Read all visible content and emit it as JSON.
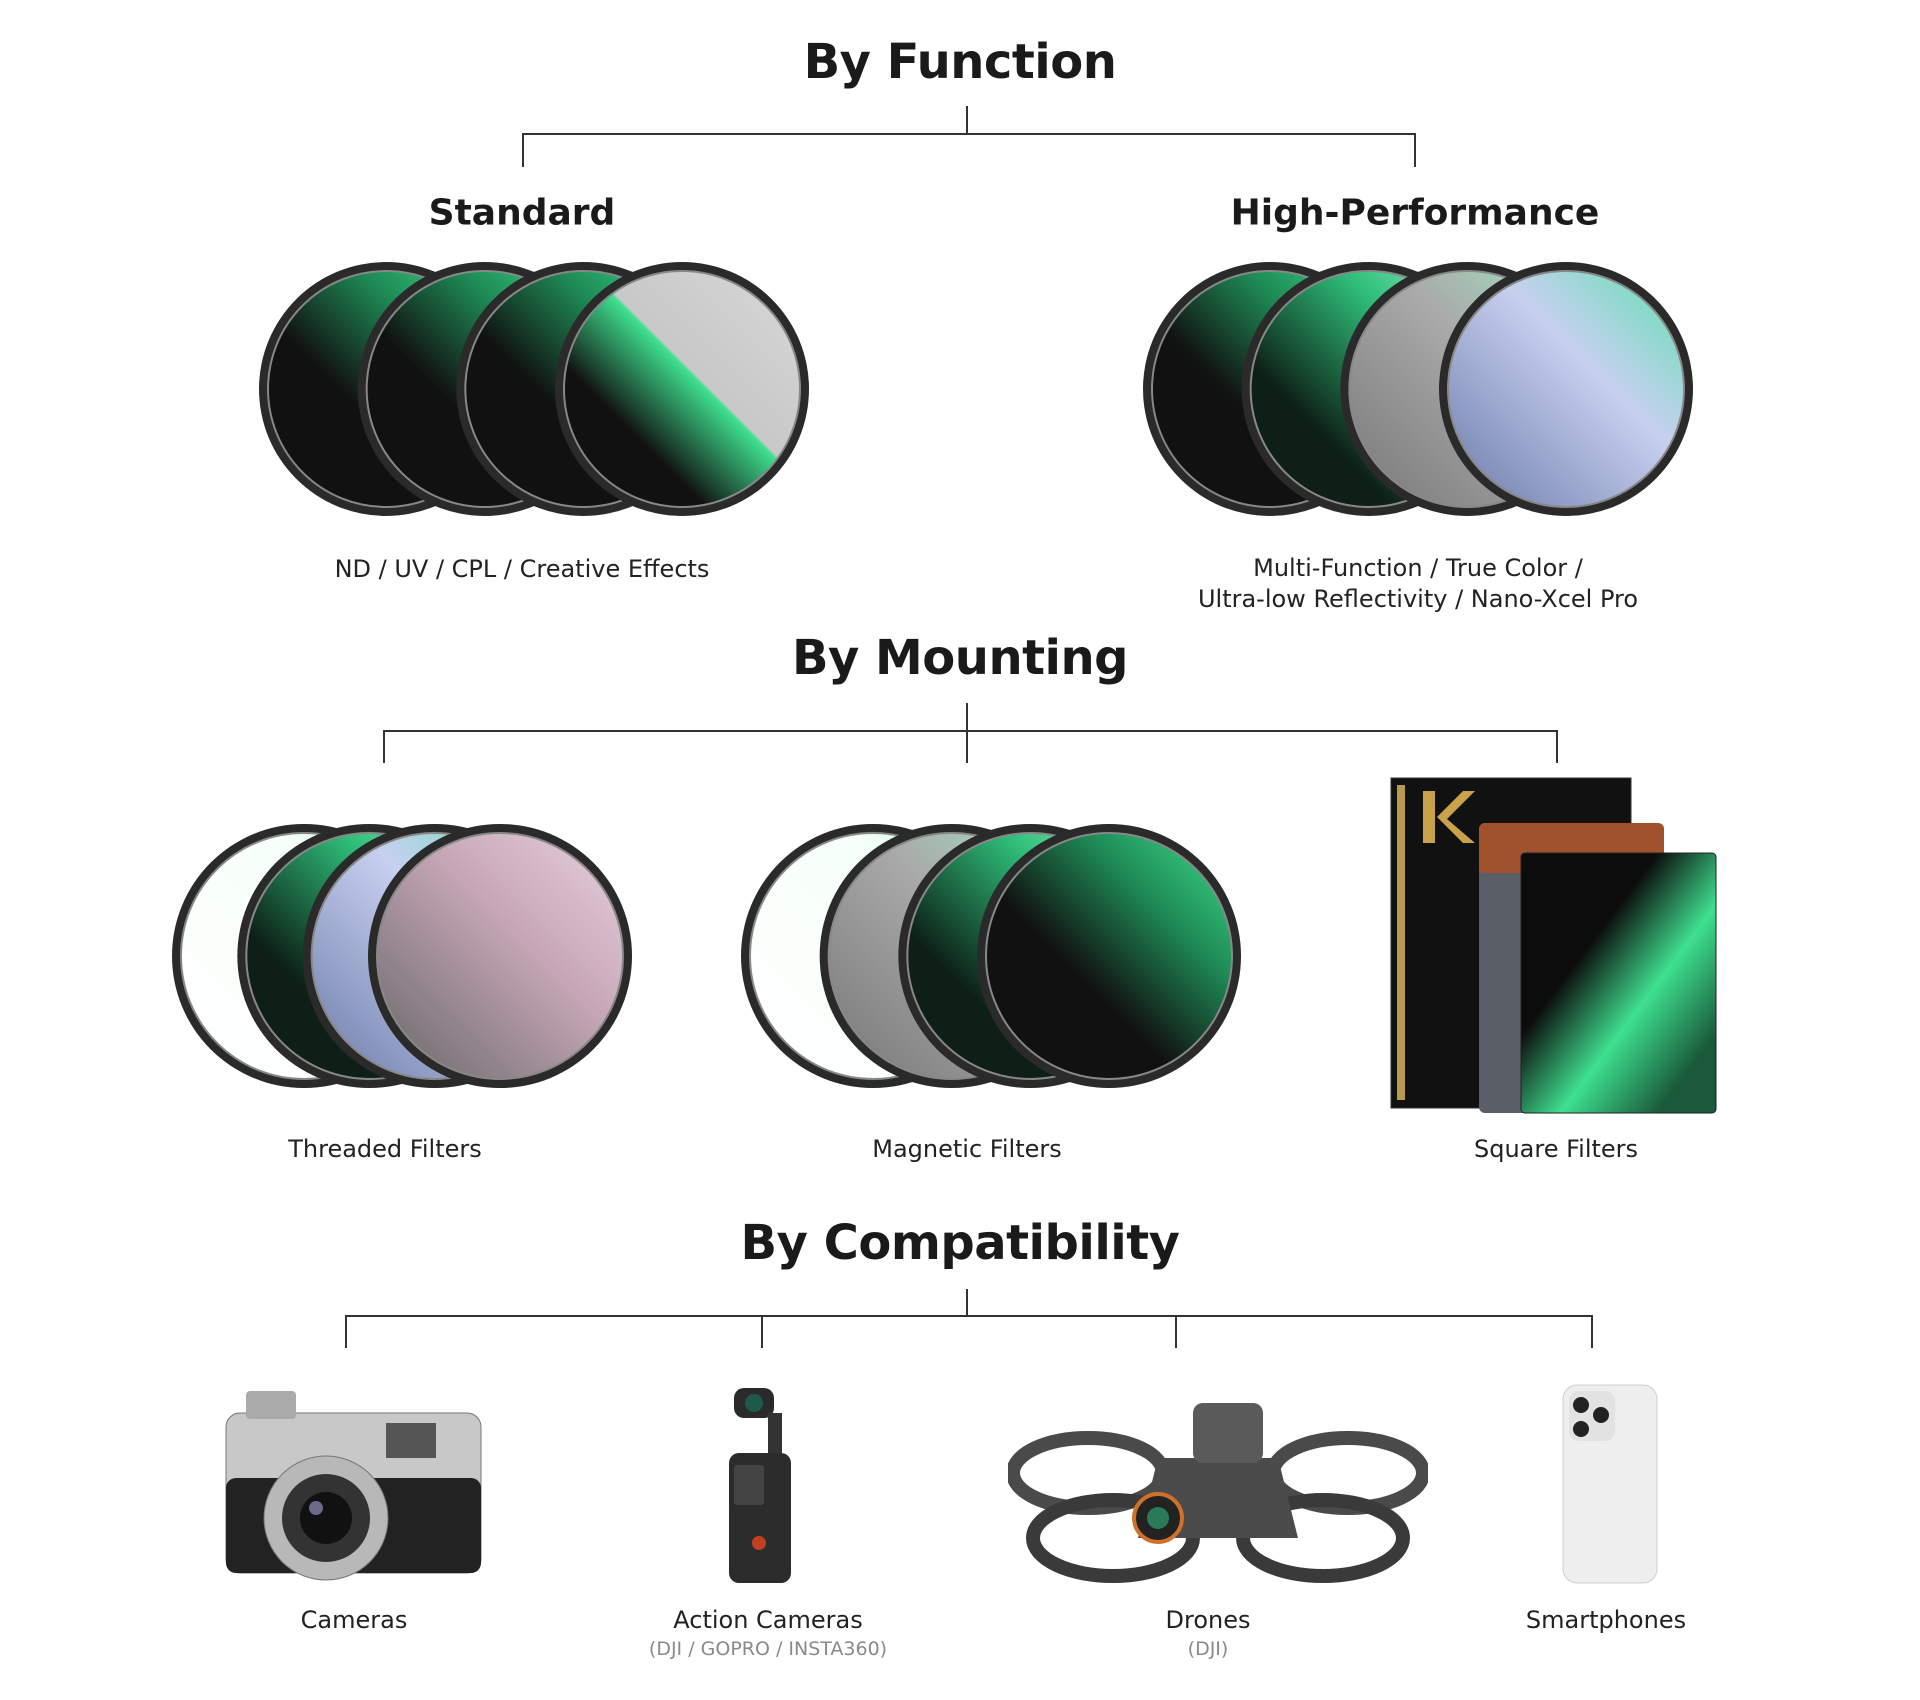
{
  "function": {
    "title": "By Function",
    "standard": {
      "label": "Standard",
      "caption": "ND / UV / CPL / Creative Effects"
    },
    "high_performance": {
      "label": "High-Performance",
      "caption_line1": "Multi-Function / True Color /",
      "caption_line2": "Ultra-low Reflectivity / Nano-Xcel Pro"
    }
  },
  "mounting": {
    "title": "By Mounting",
    "items": [
      {
        "label": "Threaded Filters"
      },
      {
        "label": "Magnetic Filters"
      },
      {
        "label": "Square Filters"
      }
    ]
  },
  "compatibility": {
    "title": "By Compatibility",
    "items": [
      {
        "label": "Cameras",
        "sub": ""
      },
      {
        "label": "Action Cameras",
        "sub": "(DJI / GOPRO / INSTA360)"
      },
      {
        "label": "Drones",
        "sub": "(DJI)"
      },
      {
        "label": "Smartphones",
        "sub": ""
      }
    ]
  },
  "colors": {
    "accent_green": "#3ee08f",
    "line": "#333333",
    "subtext": "#8a8a8a"
  }
}
